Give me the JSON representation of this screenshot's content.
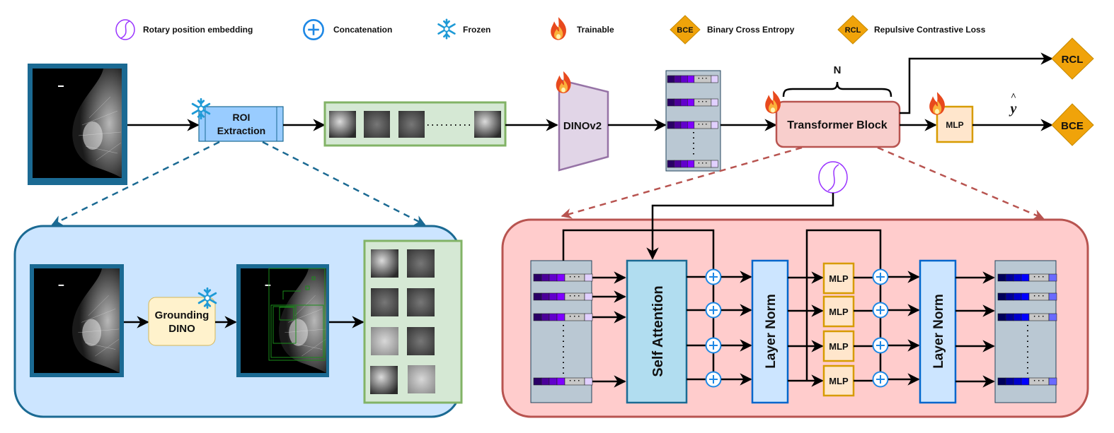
{
  "legend": [
    {
      "icon": "rotary-icon",
      "label": "Rotary position embedding"
    },
    {
      "icon": "plus-circle-icon",
      "label": "Concatenation"
    },
    {
      "icon": "snowflake-icon",
      "label": "Frozen"
    },
    {
      "icon": "flame-icon",
      "label": "Trainable"
    },
    {
      "icon": "diamond-icon",
      "symbol": "BCE",
      "label": "Binary Cross Entropy"
    },
    {
      "icon": "diamond-icon",
      "symbol": "RCL",
      "label": "Repulsive Contrastive Loss"
    }
  ],
  "pipeline": {
    "roi_line1": "ROI",
    "roi_line2": "Extraction",
    "dino": "DINOv2",
    "transformer": "Transformer Block",
    "repeat": "N",
    "mlp": "MLP",
    "yhat": "y",
    "hat": "^",
    "rcl": "RCL",
    "bce": "BCE"
  },
  "roi_detail": {
    "grounding_line1": "Grounding",
    "grounding_line2": "DINO"
  },
  "transformer_detail": {
    "self_attention": "Self Attention",
    "layer_norm": "Layer Norm",
    "mlp": "MLP",
    "dots": "···"
  },
  "colors": {
    "blue_frame": "#1b6a93",
    "green_frame": "#82b366",
    "purple": "#7f00ff",
    "orange": "#f0a30a",
    "red_frame": "#b85450",
    "pink_fill": "#f8cecc",
    "concat_blue": "#1e88e5"
  }
}
